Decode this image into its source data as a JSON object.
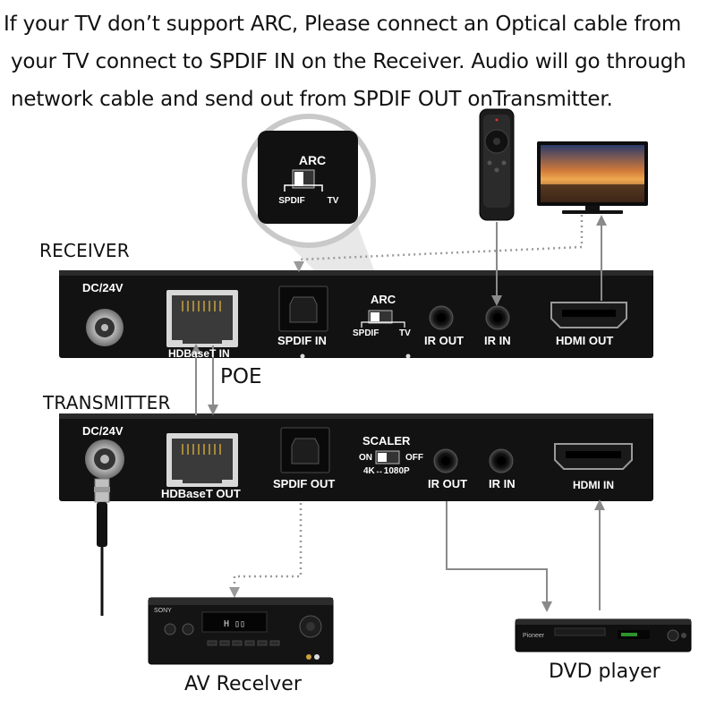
{
  "intro_lines": [
    "If your TV don’t support ARC, Please connect an Optical cable from",
    "your TV connect to SPDIF IN on the Receiver. Audio will go through",
    "network cable and send out from SPDIF OUT onTransmitter."
  ],
  "receiver": {
    "title": "RECEIVER",
    "dc": "DC/24V",
    "hdbaset": "HDBaseT IN",
    "spdif": "SPDIF IN",
    "switch_title": "ARC",
    "switch_left": "SPDIF",
    "switch_right": "TV",
    "ir_out": "IR OUT",
    "ir_in": "IR IN",
    "hdmi": "HDMI OUT"
  },
  "transmitter": {
    "title": "TRANSMITTER",
    "dc": "DC/24V",
    "hdbaset": "HDBaseT OUT",
    "spdif": "SPDIF OUT",
    "switch_title": "SCALER",
    "switch_left": "ON",
    "switch_right": "OFF",
    "switch_sub": "4K↔1080P",
    "ir_out": "IR OUT",
    "ir_in": "IR IN",
    "hdmi": "HDMI IN"
  },
  "zoom": {
    "title": "ARC",
    "left": "SPDIF",
    "right": "TV"
  },
  "poe": "POE",
  "av_receiver": {
    "label": "AV Recelver",
    "brand": "SONY"
  },
  "dvd": {
    "label": "DVD player",
    "brand": "Pioneer"
  },
  "colors": {
    "device": "#121212",
    "connector_line": "#8a8a8a",
    "optical_line": "#9a9a9a"
  }
}
